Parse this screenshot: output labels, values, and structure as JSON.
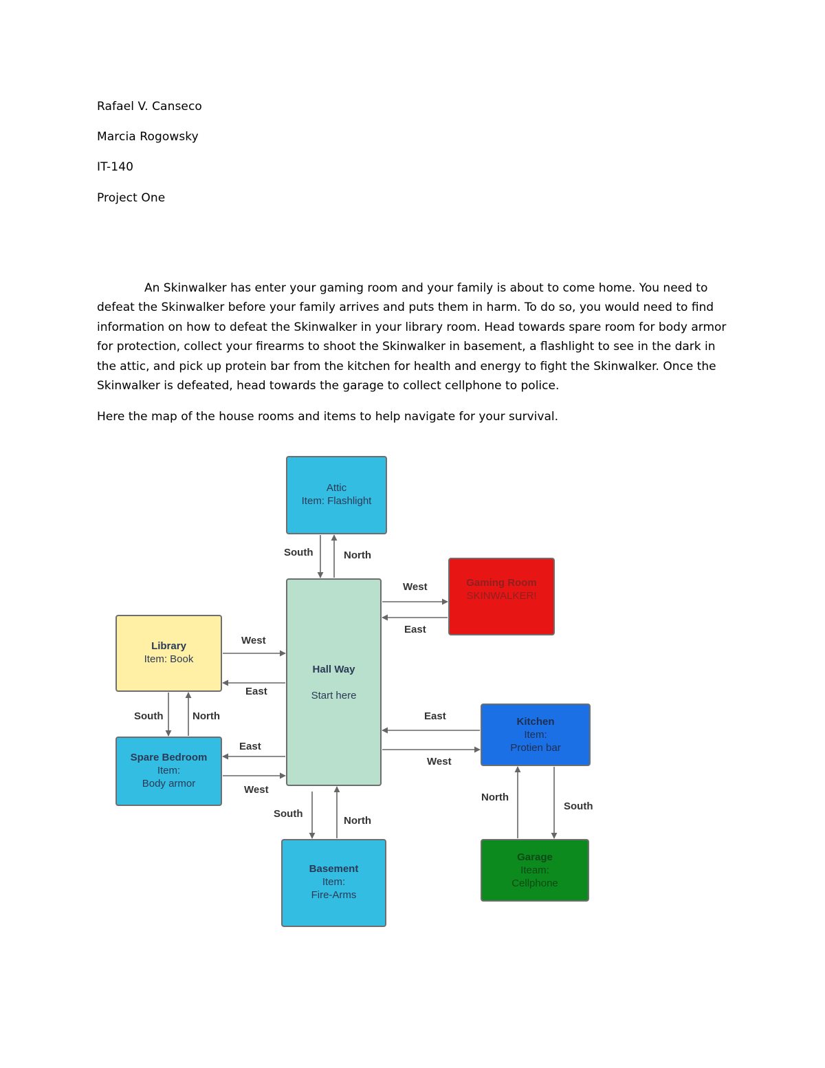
{
  "header": {
    "author": "Rafael V. Canseco",
    "instructor": "Marcia Rogowsky",
    "course": "IT-140",
    "assignment": "Project One"
  },
  "body": {
    "paragraph1": "An Skinwalker has enter your gaming room and your family is about to come home. You need to defeat the Skinwalker before your family arrives and puts them in harm. To do so, you would need to find information on how to defeat the Skinwalker in your library room. Head towards spare room for body armor for protection, collect your firearms to shoot the Skinwalker in basement, a flashlight to see in the dark in the attic, and pick up protein bar from the kitchen for health and energy to fight the Skinwalker. Once the Skinwalker is defeated, head towards the garage to collect cellphone to police.",
    "paragraph2": "Here the map of the house rooms and items to help navigate for your survival."
  },
  "map": {
    "colors": {
      "attic": "#33bde3",
      "gaming": "#e81515",
      "library": "#fff0a6",
      "hallway": "#b8e0cc",
      "kitchen": "#1c70e6",
      "spare": "#33bde3",
      "basement": "#33bde3",
      "garage": "#0c8a1e",
      "arrow": "#666666",
      "border": "#6e6e6e"
    },
    "rooms": {
      "attic": {
        "line1": "Attic",
        "line2": "Item: Flashlight"
      },
      "gaming": {
        "line1": "Gaming Room",
        "line2": "SKINWALKER!"
      },
      "library": {
        "line1": "Library",
        "line2": "Item: Book"
      },
      "hallway": {
        "line1": "Hall Way",
        "line2": "Start here"
      },
      "kitchen": {
        "line1": "Kitchen",
        "line2": "Item:",
        "line3": "Protien bar"
      },
      "spare": {
        "line1": "Spare Bedroom",
        "line2": "Item:",
        "line3": "Body armor"
      },
      "basement": {
        "line1": "Basement",
        "line2": "Item:",
        "line3": "Fire-Arms"
      },
      "garage": {
        "line1": "Garage",
        "line2": "Iteam:",
        "line3": "Cellphone"
      }
    },
    "labels": {
      "attic_south": "South",
      "attic_north": "North",
      "gaming_west": "West",
      "gaming_east": "East",
      "library_west": "West",
      "library_east": "East",
      "library_south": "South",
      "library_north": "North",
      "spare_east": "East",
      "spare_west": "West",
      "kitchen_east": "East",
      "kitchen_west": "West",
      "basement_south": "South",
      "basement_north": "North",
      "garage_north": "North",
      "garage_south": "South"
    }
  }
}
